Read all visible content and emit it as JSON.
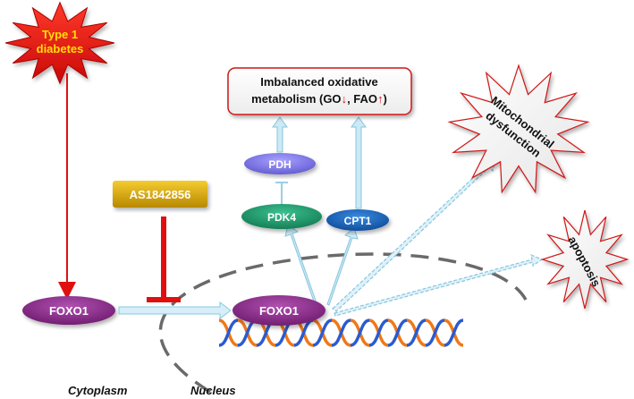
{
  "trigger": {
    "line1": "Type 1",
    "line2": "diabetes"
  },
  "inhibitor": "AS1842856",
  "foxo_cyto": "FOXO1",
  "foxo_nucleus": "FOXO1",
  "outcome_box": {
    "line1": "Imbalanced oxidative",
    "line2_prefix": "metabolism (GO",
    "line2_mid": ", FAO",
    "line2_suffix": ")",
    "down_arrow": "↓",
    "up_arrow": "↑"
  },
  "genes": {
    "pdh": "PDH",
    "pdk4": "PDK4",
    "cpt1": "CPT1"
  },
  "mito": {
    "line1": "Mitochondrial",
    "line2": "dysfunction"
  },
  "apoptosis": "apoptosis",
  "compartments": {
    "cytoplasm": "Cytoplasm",
    "nucleus": "Nucleus"
  },
  "colors": {
    "star_red": "#e8140f",
    "star_yellow_text": "#ffe000",
    "inhibit_red": "#e01010",
    "gold": "#d9a800",
    "foxo_purple": "#8a2a8a",
    "pdk4_green": "#1f9a6a",
    "cpt1_blue": "#1a64b8",
    "pdh_lavender": "#7a72e0",
    "arrow_light_blue": "#bfe4f2",
    "dna_orange": "#f07818",
    "dna_blue": "#2a5bd0"
  }
}
